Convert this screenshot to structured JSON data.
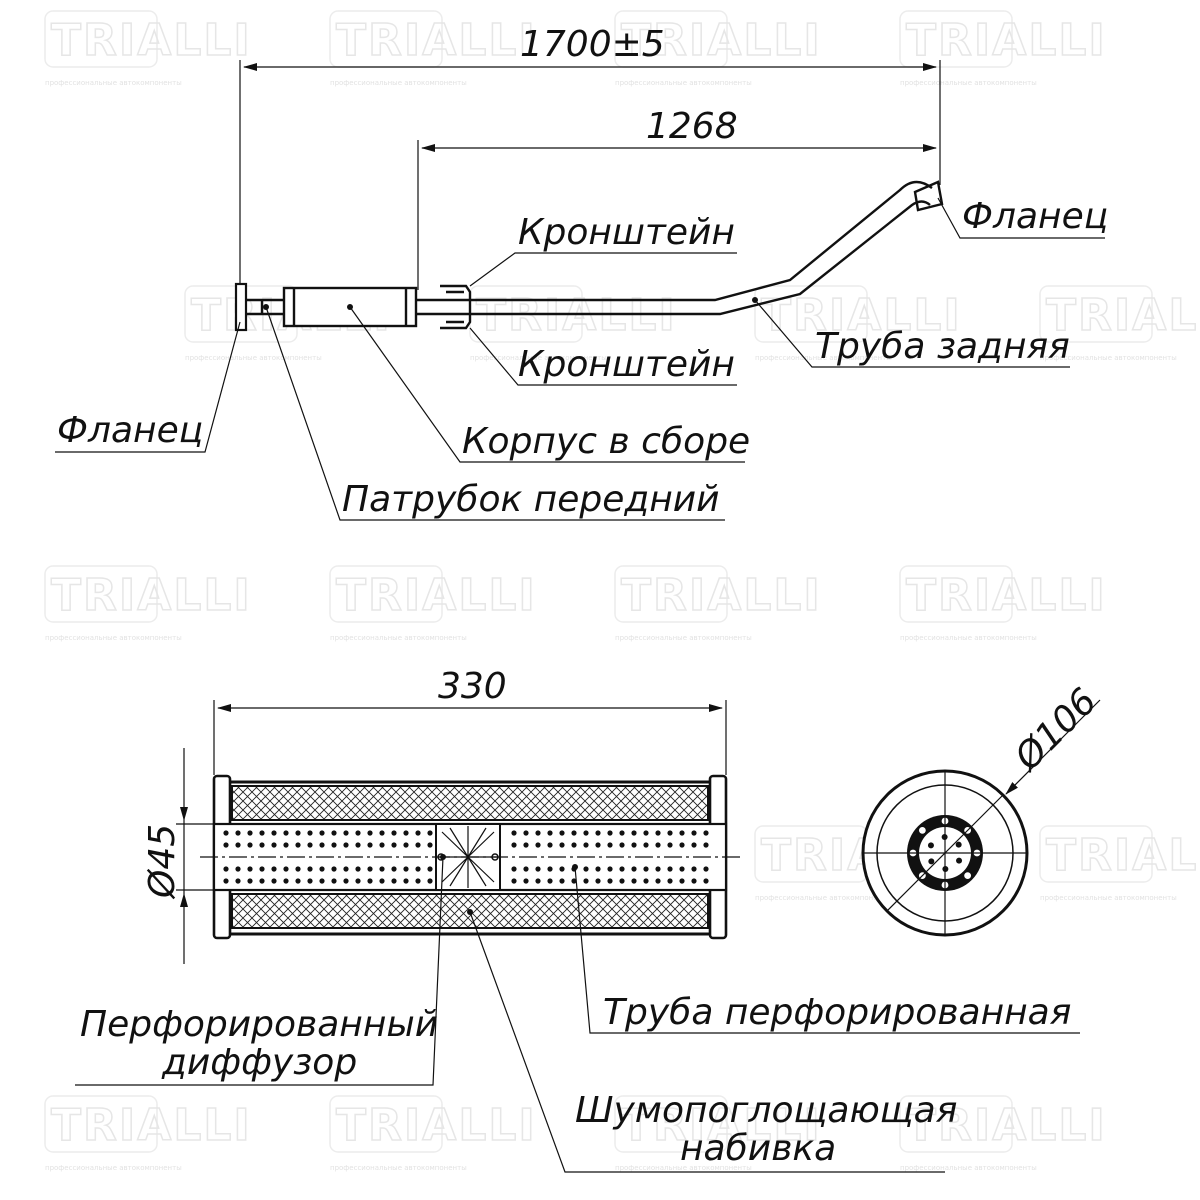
{
  "watermark": {
    "brand": "TRIALLI",
    "tagline": "профессиональные автокомпоненты"
  },
  "top_view": {
    "dim_overall": "1700±5",
    "dim_inner": "1268",
    "labels": {
      "flange_right": "Фланец",
      "bracket_top": "Кронштейн",
      "bracket_bottom": "Кронштейн",
      "rear_pipe": "Труба задняя",
      "flange_left": "Фланец",
      "body_assembly": "Корпус в сборе",
      "front_pipe": "Патрубок передний"
    }
  },
  "section_view": {
    "dim_length": "330",
    "dim_pipe_diameter": "Ø45",
    "dim_outer_diameter": "Ø106",
    "labels": {
      "perforated_diffuser_line1": "Перфорированный",
      "perforated_diffuser_line2": "диффузор",
      "perforated_pipe": "Труба перфорированная",
      "sound_absorbing_line1": "Шумопоглощающая",
      "sound_absorbing_line2": "набивка"
    }
  }
}
